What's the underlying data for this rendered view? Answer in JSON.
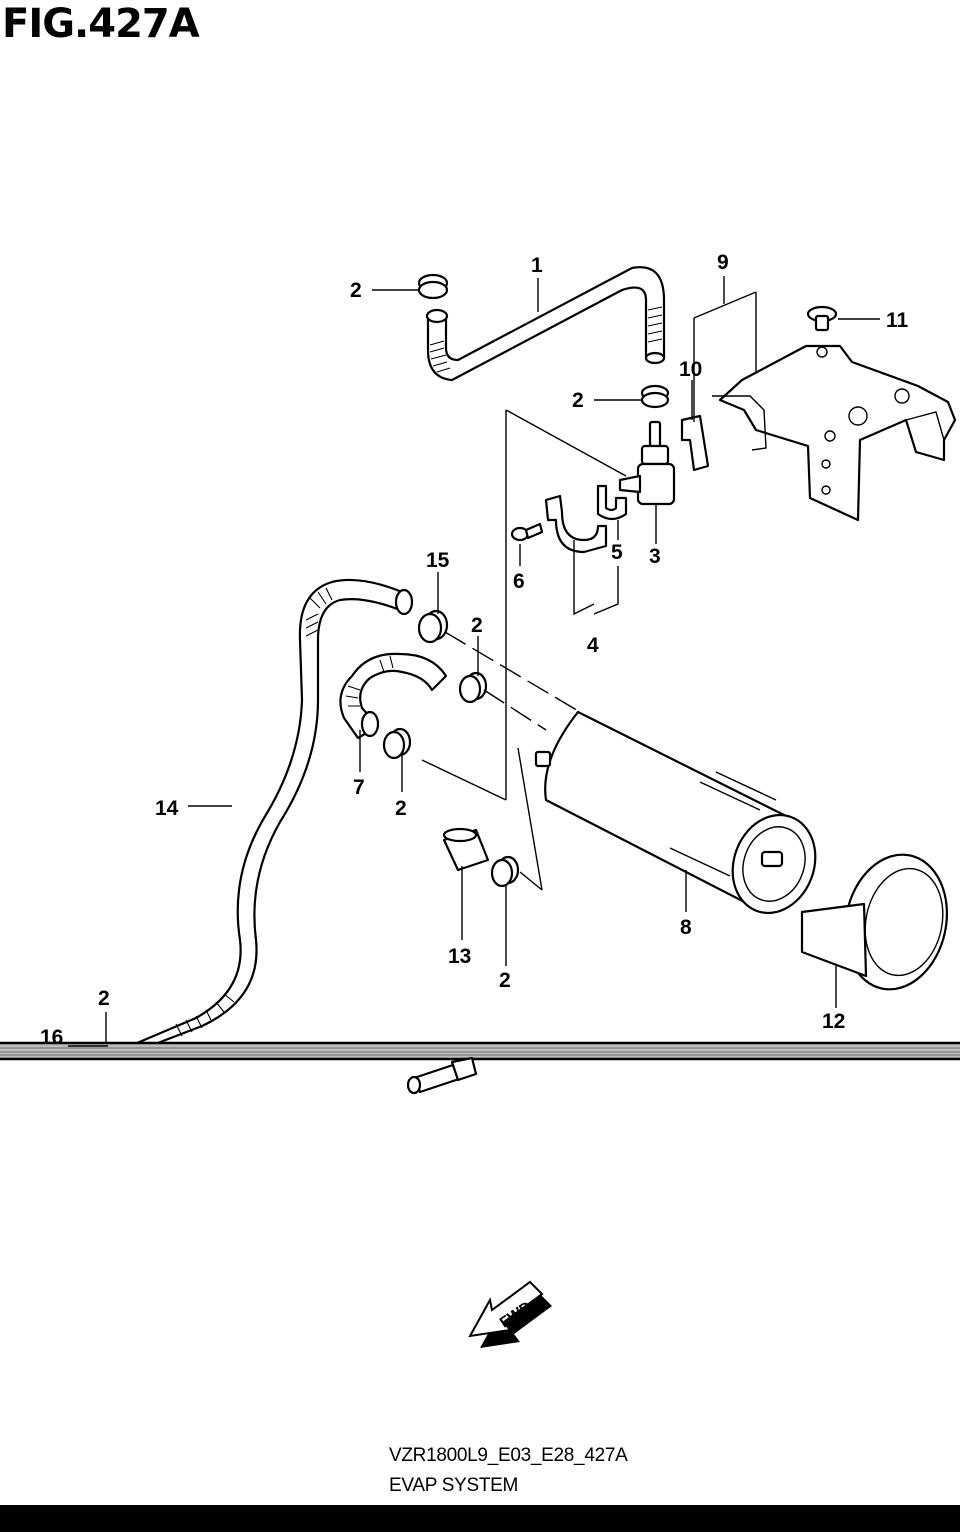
{
  "figure": {
    "title": "FIG.427A",
    "code": "VZR1800L9_E03_E28_427A",
    "caption": "EVAP SYSTEM",
    "fwd_label": "FWD"
  },
  "callouts": [
    "1",
    "2",
    "2",
    "3",
    "4",
    "5",
    "6",
    "9",
    "10",
    "11",
    "15",
    "2",
    "7",
    "2",
    "14",
    "8",
    "13",
    "2",
    "12",
    "2",
    "16"
  ],
  "colors": {
    "line": "#000000",
    "background": "#ffffff"
  }
}
